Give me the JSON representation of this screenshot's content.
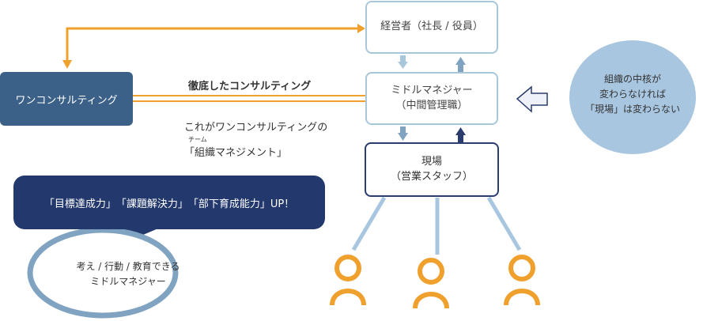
{
  "nodes": {
    "executives": {
      "line1": "経営者（社長 / 役員）"
    },
    "middle_manager": {
      "line1": "ミドルマネジャー",
      "line2": "（中間管理職）"
    },
    "field": {
      "line1": "現場",
      "line2": "（営業スタッフ）"
    },
    "one_consulting": {
      "label": "ワンコンサルティング"
    }
  },
  "labels": {
    "thorough": "徹底したコンサルティング",
    "team_line1": "これがワンコンサルティングの",
    "team_ruby": "チーム",
    "team_line3": "「組織マネジメント」"
  },
  "banner": {
    "text": "「目標達成力」　「課題解決力」　「部下育成能力」UP！"
  },
  "speech_circle": {
    "line1": "考え / 行動 / 教育できる",
    "line2": "ミドルマネジャー"
  },
  "callout_cloud": {
    "line1": "組織の中核が",
    "line2": "変わらなければ",
    "line3": "「現場」は変わらない"
  },
  "colors": {
    "orange": "#f0a02c",
    "light_blue_border": "#a9c7db",
    "dark_navy": "#23386c",
    "field_border": "#2b3d6e",
    "consulting_fill": "#3b6188",
    "cloud_fill": "#a8c6e0",
    "circle_border": "#7fa3c1",
    "person_icon": "#f0a02c",
    "left_arrow_fill": "#eef1f8"
  },
  "icons": [
    "left-arrow-icon",
    "person-icon",
    "person-icon",
    "person-icon"
  ]
}
